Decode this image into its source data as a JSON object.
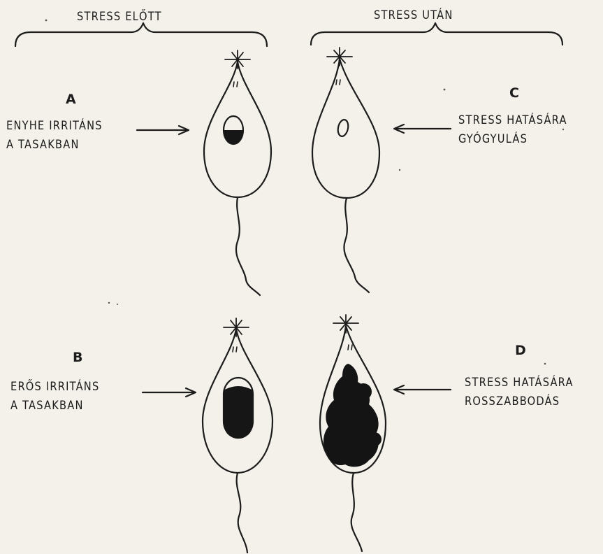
{
  "headers": {
    "before": "STRESS ELŐTT",
    "after": "STRESS UTÁN"
  },
  "panels": {
    "A": {
      "letter": "A",
      "line1": "ENYHE IRRITÁNS",
      "line2": "A TASAKBAN"
    },
    "B": {
      "letter": "B",
      "line1": "ERŐS IRRITÁNS",
      "line2": "A TASAKBAN"
    },
    "C": {
      "letter": "C",
      "line1": "STRESS HATÁSÁRA",
      "line2": "GYÓGYULÁS"
    },
    "D": {
      "letter": "D",
      "line1": "STRESS HATÁSÁRA",
      "line2": "ROSSZABBODÁS"
    }
  }
}
